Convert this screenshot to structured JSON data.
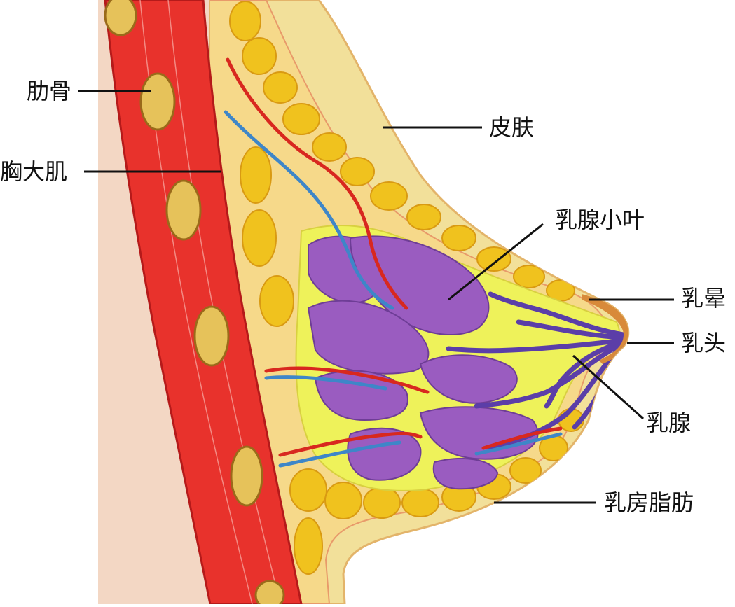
{
  "labels": {
    "rib": "肋骨",
    "pectoralis": "胸大肌",
    "skin": "皮肤",
    "lobule": "乳腺小叶",
    "areola": "乳晕",
    "nipple": "乳头",
    "gland": "乳腺",
    "fat": "乳房脂肪"
  },
  "colors": {
    "background": "#ffffff",
    "chest_wall": "#f4dccb",
    "muscle": "#e8322c",
    "muscle_dark": "#c21f1f",
    "rib": "#e6c25a",
    "skin": "#f2e09a",
    "fat": "#f0c21e",
    "fat_dark": "#d99a12",
    "stroma": "#eef25a",
    "lobule": "#9a5cc0",
    "duct": "#5b3ea8",
    "artery": "#d8281f",
    "vein": "#3e86c8",
    "areola": "#d88a3a",
    "leader": "#111111"
  }
}
